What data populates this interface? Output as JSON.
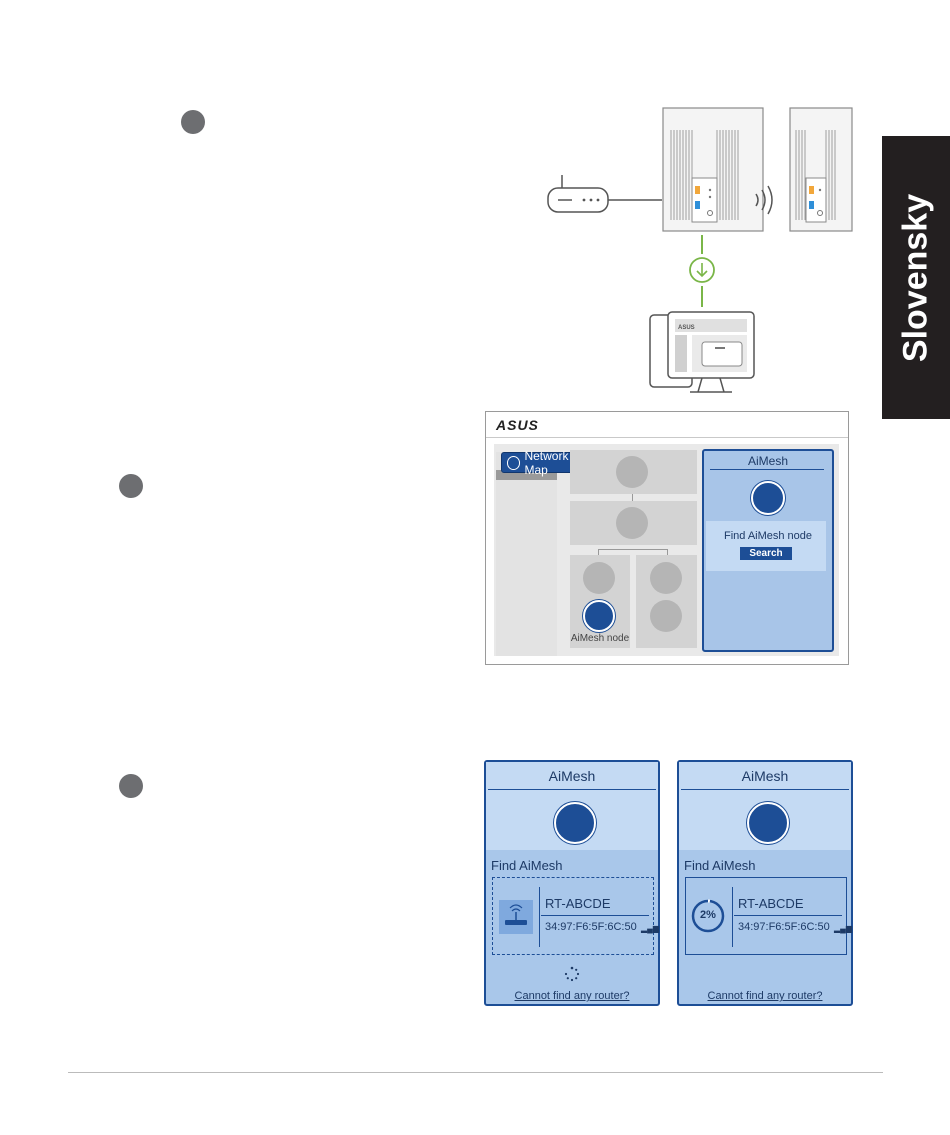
{
  "side_tab": {
    "label": "Slovensky"
  },
  "figure_top": {
    "monitor_brand": "ASUS"
  },
  "asus_ui": {
    "logo": "ASUS",
    "network_map_button": "Network Map",
    "aimesh_node_label": "AiMesh node",
    "panel_title": "AiMesh",
    "find_node_text": "Find AiMesh node",
    "search_button": "Search"
  },
  "cards": [
    {
      "title": "AiMesh",
      "find_label": "Find AiMesh",
      "device_name": "RT-ABCDE",
      "device_mac": "34:97:F6:5F:6C:50",
      "link": "Cannot find any router?"
    },
    {
      "title": "AiMesh",
      "find_label": "Find AiMesh",
      "progress_label": "2%",
      "progress": 0.02,
      "device_name": "RT-ABCDE",
      "device_mac": "34:97:F6:5F:6C:50",
      "link": "Cannot find any router?"
    }
  ],
  "colors": {
    "accent": "#1d4e96",
    "panel_light": "#c4daf3",
    "panel": "#a9c7ea",
    "green": "#7ab648",
    "dot": "#6d6e71",
    "tab": "#231f20"
  }
}
